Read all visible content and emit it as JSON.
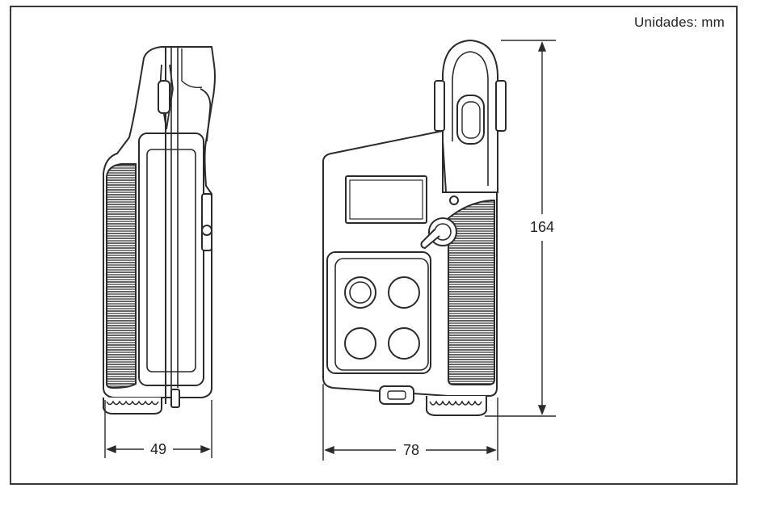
{
  "units_label": "Unidades: mm",
  "dimensions": {
    "width_side": "49",
    "width_front": "78",
    "height": "164"
  },
  "colors": {
    "line": "#2b2b2b",
    "grip": "#555555",
    "frame": "#3a3a3a"
  }
}
